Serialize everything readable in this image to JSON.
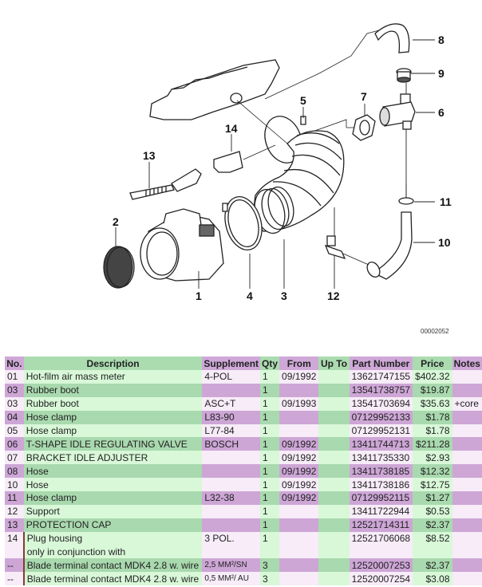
{
  "diagram": {
    "code": "00002052",
    "callouts": [
      "1",
      "2",
      "3",
      "4",
      "5",
      "6",
      "7",
      "8",
      "9",
      "10",
      "11",
      "12",
      "13",
      "14"
    ]
  },
  "table": {
    "headers": [
      "No.",
      "Description",
      "Supplement",
      "Qty",
      "From",
      "Up To",
      "Part Number",
      "Price",
      "Notes"
    ],
    "rows": [
      {
        "no": "01",
        "desc": "Hot-film air mass meter",
        "sup": "4-POL",
        "qty": "1",
        "from": "09/1992",
        "upto": "",
        "part": "13621747155",
        "price": "$402.32",
        "notes": ""
      },
      {
        "no": "03",
        "desc": "Rubber boot",
        "sup": "",
        "qty": "1",
        "from": "",
        "upto": "",
        "part": "13541738757",
        "price": "$19.87",
        "notes": ""
      },
      {
        "no": "03",
        "desc": "Rubber boot",
        "sup": "ASC+T",
        "qty": "1",
        "from": "09/1993",
        "upto": "",
        "part": "13541703694",
        "price": "$35.63",
        "notes": "+core"
      },
      {
        "no": "04",
        "desc": "Hose clamp",
        "sup": "L83-90",
        "qty": "1",
        "from": "",
        "upto": "",
        "part": "07129952133",
        "price": "$1.78",
        "notes": ""
      },
      {
        "no": "05",
        "desc": "Hose clamp",
        "sup": "L77-84",
        "qty": "1",
        "from": "",
        "upto": "",
        "part": "07129952131",
        "price": "$1.78",
        "notes": ""
      },
      {
        "no": "06",
        "desc": "T-SHAPE IDLE REGULATING VALVE",
        "sup": "BOSCH",
        "qty": "1",
        "from": "09/1992",
        "upto": "",
        "part": "13411744713",
        "price": "$211.28",
        "notes": ""
      },
      {
        "no": "07",
        "desc": "BRACKET IDLE ADJUSTER",
        "sup": "",
        "qty": "1",
        "from": "09/1992",
        "upto": "",
        "part": "13411735330",
        "price": "$2.93",
        "notes": ""
      },
      {
        "no": "08",
        "desc": "Hose",
        "sup": "",
        "qty": "1",
        "from": "09/1992",
        "upto": "",
        "part": "13411738185",
        "price": "$12.32",
        "notes": ""
      },
      {
        "no": "10",
        "desc": "Hose",
        "sup": "",
        "qty": "1",
        "from": "09/1992",
        "upto": "",
        "part": "13411738186",
        "price": "$12.75",
        "notes": ""
      },
      {
        "no": "11",
        "desc": "Hose clamp",
        "sup": "L32-38",
        "qty": "1",
        "from": "09/1992",
        "upto": "",
        "part": "07129952115",
        "price": "$1.27",
        "notes": ""
      },
      {
        "no": "12",
        "desc": "Support",
        "sup": "",
        "qty": "1",
        "from": "",
        "upto": "",
        "part": "13411722944",
        "price": "$0.53",
        "notes": ""
      },
      {
        "no": "13",
        "desc": "PROTECTION CAP",
        "sup": "",
        "qty": "1",
        "from": "",
        "upto": "",
        "part": "12521714311",
        "price": "$2.37",
        "notes": ""
      },
      {
        "no": "14",
        "desc": "Plug housing",
        "sup": "3 POL.",
        "qty": "1",
        "from": "",
        "upto": "",
        "part": "12521706068",
        "price": "$8.52",
        "notes": ""
      },
      {
        "no": "",
        "desc": "only in conjunction with",
        "sup": "",
        "qty": "",
        "from": "",
        "upto": "",
        "part": "",
        "price": "",
        "notes": ""
      },
      {
        "no": "--",
        "desc": "Blade terminal contact MDK4 2.8 w. wire",
        "sup": "2,5 MM²/SN",
        "qty": "3",
        "from": "",
        "upto": "",
        "part": "12520007253",
        "price": "$2.37",
        "notes": ""
      },
      {
        "no": "--",
        "desc": "Blade terminal contact MDK4 2.8 w. wire",
        "sup": "0,5 MM²/ AU",
        "qty": "3",
        "from": "",
        "upto": "",
        "part": "12520007254",
        "price": "$3.08",
        "notes": ""
      }
    ]
  }
}
